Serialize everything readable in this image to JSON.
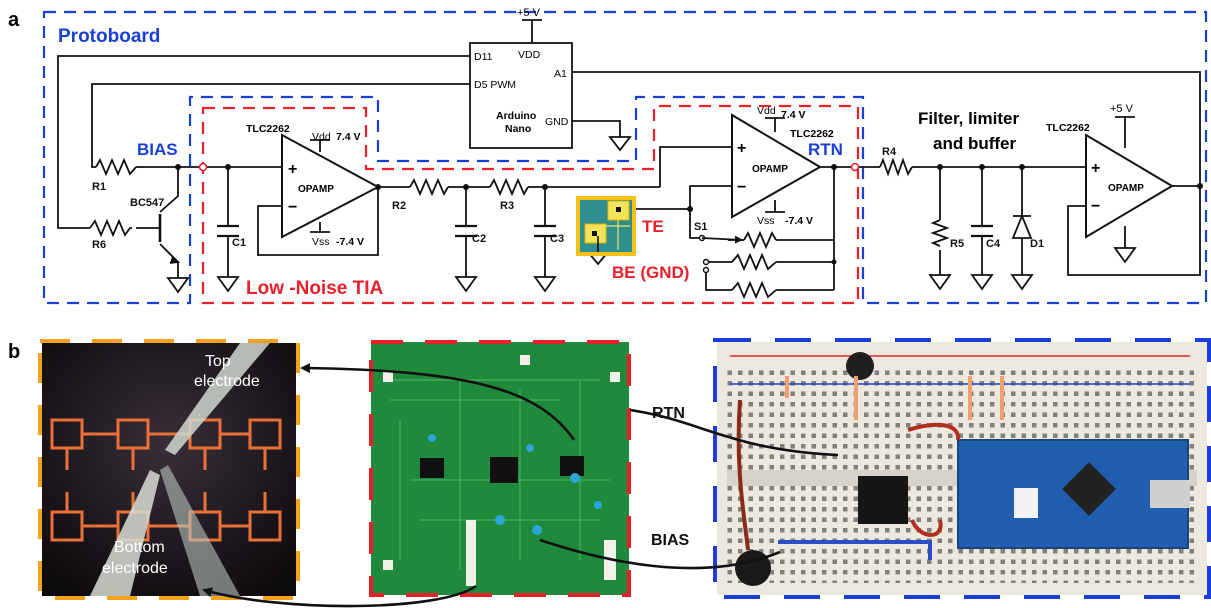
{
  "panel_a": {
    "label": "a",
    "protoboard_title": "Protoboard",
    "tia_title": "Low -Noise TIA",
    "filter_title_line1": "Filter, limiter",
    "filter_title_line2": "and buffer",
    "arduino": {
      "name_line1": "Arduino",
      "name_line2": "Nano",
      "pin_d11": "D11",
      "pin_d5": "D5  PWM",
      "pin_a1": "A1",
      "pin_vdd": "VDD",
      "pin_gnd": "GND",
      "supply": "+5 V"
    },
    "opamp1": {
      "part": "TLC2262",
      "body": "OPAMP",
      "vdd": "Vdd",
      "vdd_value": "7.4 V",
      "vss": "Vss",
      "vss_value": "-7.4 V"
    },
    "opamp2": {
      "part": "TLC2262",
      "body": "OPAMP",
      "vdd": "Vdd",
      "vdd_value": "7.4 V",
      "vss": "Vss",
      "vss_value": "-7.4 V"
    },
    "opamp3": {
      "part": "TLC2262",
      "body": "OPAMP",
      "supply": "+5 V"
    },
    "signals": {
      "bias": "BIAS",
      "rtn": "RTN",
      "te": "TE",
      "be": "BE (GND)"
    },
    "components": {
      "r1": "R1",
      "r6": "R6",
      "q1": "BC547",
      "c1": "C1",
      "r2": "R2",
      "c2": "C2",
      "r3": "R3",
      "c3": "C3",
      "s1": "S1",
      "r4": "R4",
      "r5": "R5",
      "c4": "C4",
      "d1": "D1"
    },
    "plus": "+",
    "minus": "−"
  },
  "panel_b": {
    "label": "b",
    "top_electrode_line1": "Top",
    "top_electrode_line2": "electrode",
    "bottom_electrode_line1": "Bottom",
    "bottom_electrode_line2": "electrode",
    "rtn_label": "RTN",
    "bias_label": "BIAS"
  },
  "colors": {
    "protoboard_border": "#1a3fd6",
    "tia_border": "#e8202a",
    "label_blue": "#1a3fd6",
    "label_red": "#e8202a",
    "micrograph_frame": "#f5a21b",
    "pcb_green": "#1f8a3b",
    "breadboard_bg": "#ece8df",
    "wire": "#222222"
  }
}
